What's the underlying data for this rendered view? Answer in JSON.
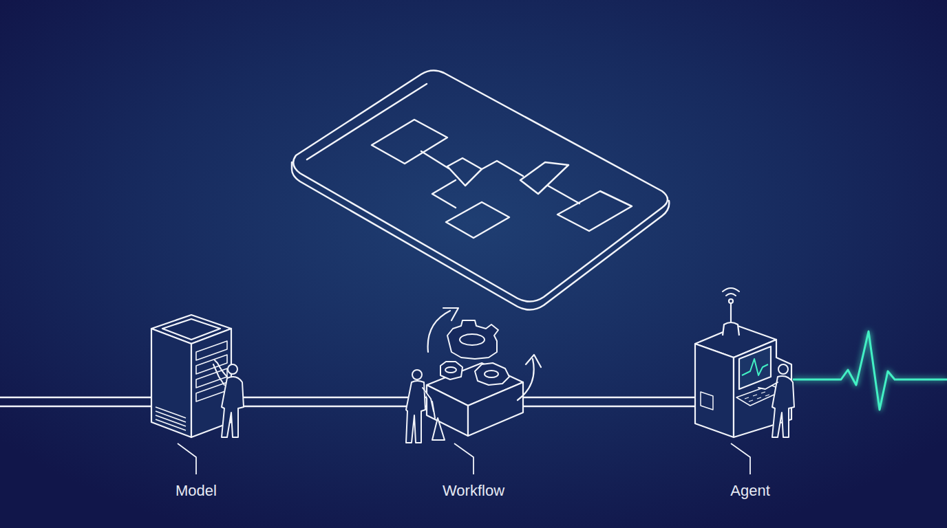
{
  "diagram": {
    "labels": [
      "Model",
      "Workflow",
      "Agent"
    ]
  }
}
